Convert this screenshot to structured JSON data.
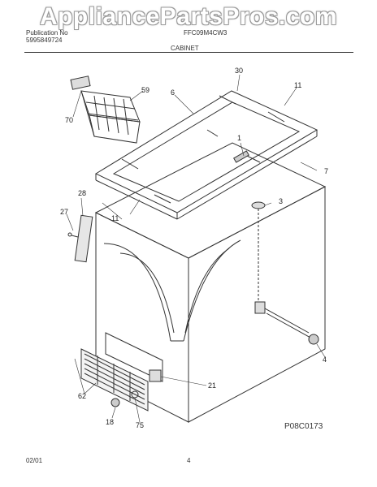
{
  "header": {
    "watermark": "AppliancePartsPros.com",
    "publication_label": "Publication No",
    "publication_no": "5995849724",
    "model": "FFC09M4CW3",
    "section": "CABINET"
  },
  "footer": {
    "date": "02/01",
    "page_number": "4",
    "figure_code": "P08C0173"
  },
  "callouts": {
    "c1": "1",
    "c3": "3",
    "c4": "4",
    "c6": "6",
    "c7": "7",
    "c11a": "11",
    "c11b": "11",
    "c18": "18",
    "c21": "21",
    "c27": "27",
    "c28": "28",
    "c30": "30",
    "c59": "59",
    "c62": "62",
    "c70": "70",
    "c75": "75"
  },
  "colors": {
    "line": "#333333",
    "watermark_outline": "#9a9a9a"
  }
}
